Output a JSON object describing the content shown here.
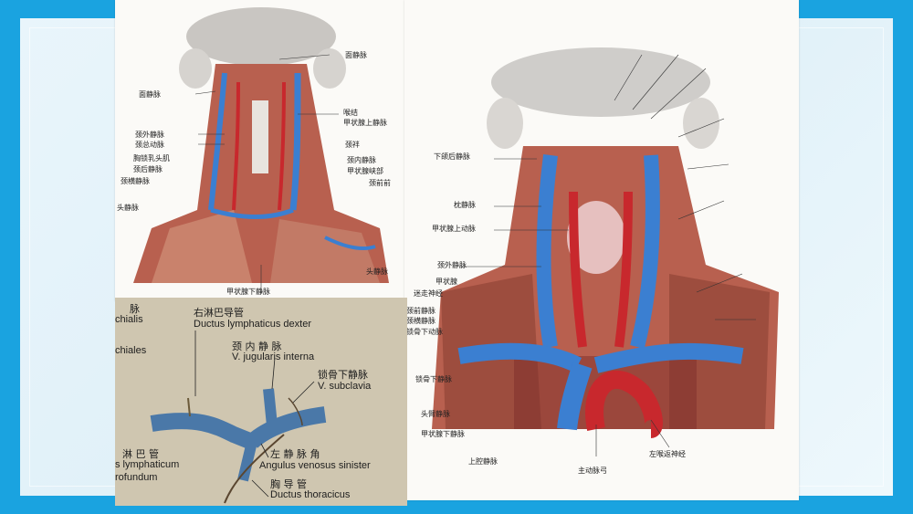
{
  "colors": {
    "border": "#1aa3e0",
    "vein": "#3b7fd1",
    "artery": "#c8282d",
    "muscle": "#b8604f"
  },
  "left_plate": {
    "labels": [
      "面静脉",
      "面静脉",
      "喉结",
      "甲状腺上静脉",
      "颈外静脉",
      "颈总动脉",
      "颈袢",
      "胸锁乳头肌",
      "颈内静脉",
      "颈后静脉",
      "甲状腺峡部",
      "颈横静脉",
      "颈前前",
      "头静脉",
      "头静脉",
      "甲状腺下静脉"
    ]
  },
  "right_plate": {
    "labels": [
      "下颌后静脉",
      "枕静脉",
      "甲状腺上动脉",
      "颈外静脉",
      "甲状腺",
      "迷走神经",
      "颈前静脉",
      "颈横静脉",
      "锁骨下动脉",
      "锁骨下静脉",
      "头臂静脉",
      "甲状腺下静脉",
      "上腔静脉",
      "主动脉弓",
      "左喉返神经"
    ]
  },
  "photo": {
    "labels": {
      "top_left_cn": "脉",
      "top_left_lat1": "chialis",
      "top_left_lat2": "chiales",
      "duct_right_cn": "右淋巴导管",
      "duct_right_lat": "Ductus lymphaticus dexter",
      "jugular_cn": "颈 内 静 脉",
      "jugular_lat": "V. jugularis interna",
      "subclavia_cn": "锁骨下静脉",
      "subclavia_lat": "V. subclavia",
      "angle_cn": "左 静 脉 角",
      "angle_lat": "Angulus venosus sinister",
      "lymph_cn": "淋 巴 管",
      "lymph_lat1": "s lymphaticum",
      "lymph_lat2": "rofundum",
      "thoracic_cn": "胸 导 管",
      "thoracic_lat": "Ductus thoracicus"
    }
  }
}
